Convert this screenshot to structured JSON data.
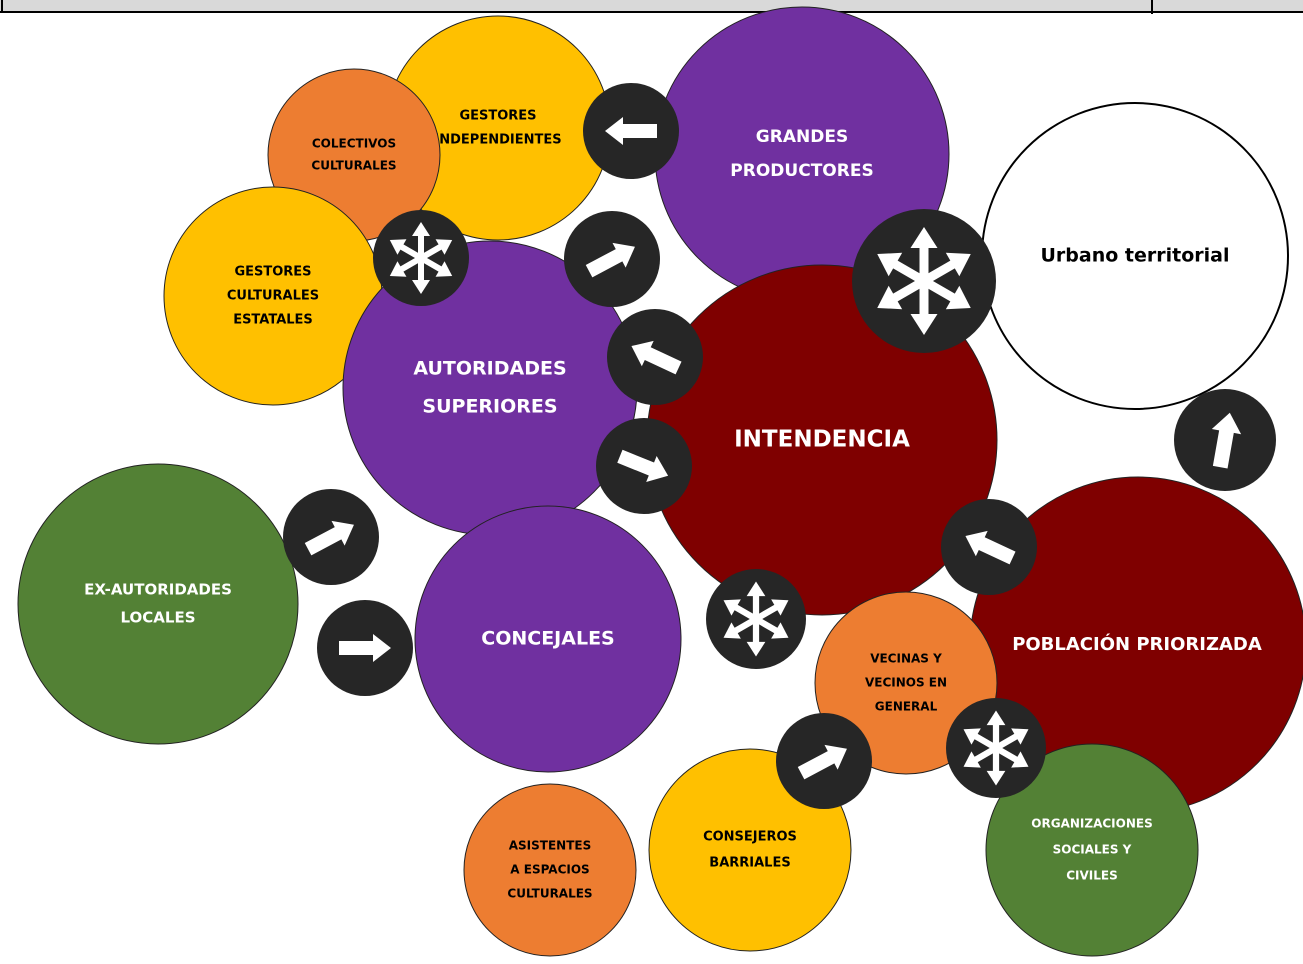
{
  "colors": {
    "purple": "#7030A0",
    "maroon": "#7F0000",
    "yellow": "#FFC000",
    "orange": "#ED7D31",
    "green": "#538135",
    "white": "#FFFFFF",
    "connector": "#262626",
    "arrow": "#FFFFFF"
  },
  "actors": [
    {
      "id": "gestores-independientes",
      "lines": [
        "GESTORES",
        "INDEPENDIENTES"
      ],
      "color": "yellow"
    },
    {
      "id": "colectivos-culturales",
      "lines": [
        "COLECTIVOS",
        "CULTURALES"
      ],
      "color": "orange"
    },
    {
      "id": "grandes-productores",
      "lines": [
        "GRANDES",
        "PRODUCTORES"
      ],
      "color": "purple"
    },
    {
      "id": "urbano-territorial",
      "lines": [
        "Urbano territorial"
      ],
      "color": "white"
    },
    {
      "id": "gestores-culturales-estatales",
      "lines": [
        "GESTORES",
        "CULTURALES",
        "ESTATALES"
      ],
      "color": "yellow"
    },
    {
      "id": "autoridades-superiores",
      "lines": [
        "AUTORIDADES",
        "SUPERIORES"
      ],
      "color": "purple"
    },
    {
      "id": "intendencia",
      "lines": [
        "INTENDENCIA"
      ],
      "color": "maroon"
    },
    {
      "id": "poblacion-priorizada",
      "lines": [
        "POBLACIÓN PRIORIZADA"
      ],
      "color": "maroon"
    },
    {
      "id": "ex-autoridades-locales",
      "lines": [
        "EX-AUTORIDADES",
        "LOCALES"
      ],
      "color": "green"
    },
    {
      "id": "concejales",
      "lines": [
        "CONCEJALES"
      ],
      "color": "purple"
    },
    {
      "id": "vecinas-y-vecinos",
      "lines": [
        "VECINAS Y",
        "VECINOS EN",
        "GENERAL"
      ],
      "color": "orange"
    },
    {
      "id": "asistentes-espacios",
      "lines": [
        "ASISTENTES",
        "A ESPACIOS",
        "CULTURALES"
      ],
      "color": "orange"
    },
    {
      "id": "consejeros-barriales",
      "lines": [
        "CONSEJEROS",
        "BARRIALES"
      ],
      "color": "yellow"
    },
    {
      "id": "organizaciones-sociales",
      "lines": [
        "ORGANIZACIONES",
        "SOCIALES Y",
        "CIVILES"
      ],
      "color": "green"
    }
  ],
  "connectors": [
    {
      "id": "grandes-to-gestores",
      "kind": "arrow",
      "direction": "left"
    },
    {
      "id": "gestores-culturales-hub",
      "kind": "multi"
    },
    {
      "id": "autoridades-to-grandes",
      "kind": "arrow",
      "direction": "up-right"
    },
    {
      "id": "grandes-urbano-hub",
      "kind": "multi"
    },
    {
      "id": "intendencia-to-autoridades",
      "kind": "arrow",
      "direction": "up-left"
    },
    {
      "id": "autoridades-to-intendencia",
      "kind": "arrow",
      "direction": "down-right"
    },
    {
      "id": "poblacion-to-urbano",
      "kind": "arrow",
      "direction": "up"
    },
    {
      "id": "ex-autoridades-to-autoridades",
      "kind": "arrow",
      "direction": "up-right"
    },
    {
      "id": "poblacion-to-intendencia",
      "kind": "arrow",
      "direction": "up-left"
    },
    {
      "id": "ex-autoridades-to-concejales",
      "kind": "arrow",
      "direction": "right"
    },
    {
      "id": "concejales-intendencia-hub",
      "kind": "multi"
    },
    {
      "id": "consejeros-to-vecinos",
      "kind": "arrow",
      "direction": "up-right"
    },
    {
      "id": "vecinos-organizaciones-hub",
      "kind": "multi"
    }
  ]
}
